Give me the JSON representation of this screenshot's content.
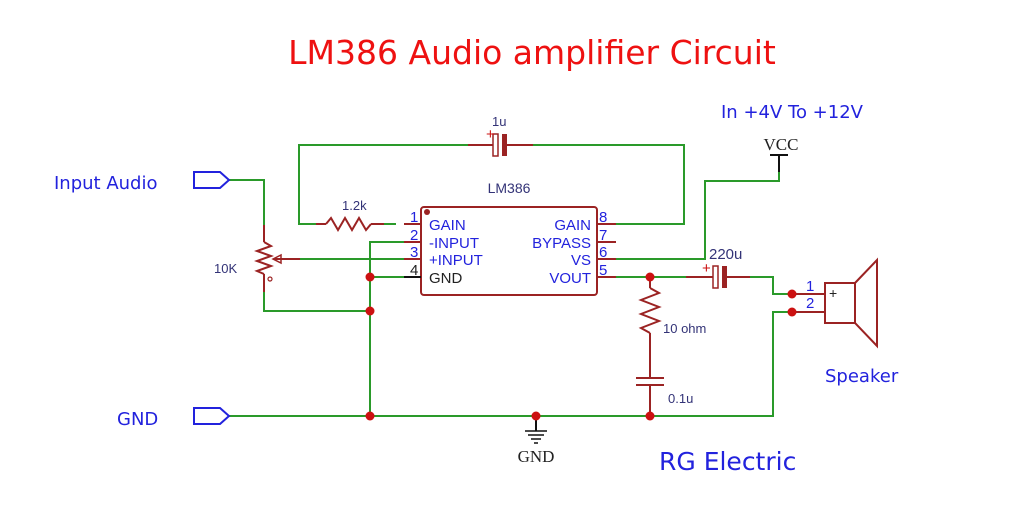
{
  "title": "LM386 Audio amplifier Circuit",
  "brand": "RG Electric",
  "supply_note": "In +4V To +12V",
  "ports": {
    "input": "Input Audio",
    "ground": "GND"
  },
  "power_symbols": {
    "vcc": "VCC",
    "gnd": "GND"
  },
  "ic": {
    "name": "LM386",
    "left_pins": [
      {
        "num": "1",
        "name": "GAIN"
      },
      {
        "num": "2",
        "name": "-INPUT"
      },
      {
        "num": "3",
        "name": "+INPUT"
      },
      {
        "num": "4",
        "name": "GND"
      }
    ],
    "right_pins": [
      {
        "num": "8",
        "name": "GAIN"
      },
      {
        "num": "7",
        "name": "BYPASS"
      },
      {
        "num": "6",
        "name": "VS"
      },
      {
        "num": "5",
        "name": "VOUT"
      }
    ]
  },
  "components": {
    "gain_cap": {
      "value": "1u",
      "polarity": "+"
    },
    "gain_res": {
      "value": "1.2k"
    },
    "pot": {
      "value": "10K"
    },
    "out_cap": {
      "value": "220u",
      "polarity": "+"
    },
    "zobel_res": {
      "value": "10 ohm"
    },
    "zobel_cap": {
      "value": "0.1u"
    }
  },
  "speaker": {
    "label": "Speaker",
    "pins": [
      "1",
      "2"
    ],
    "polarity": "+"
  },
  "colors": {
    "title": "#ee1111",
    "label": "#2222dd",
    "wire": "#2a9a2a",
    "component": "#9b2323",
    "junction": "#cc1111"
  }
}
